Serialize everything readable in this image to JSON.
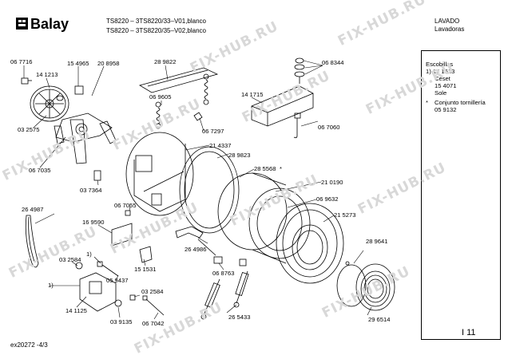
{
  "header": {
    "brand": "Balay",
    "model_line_1": "TS8220 – 3TS8220/33–V01,blanco",
    "model_line_2": "TS8220 – 3TS8220/35–V02,blanco",
    "category": "LAVADO",
    "subcategory": "Lavadoras"
  },
  "watermark": "FIX-HUB.RU",
  "legend": {
    "line_1": "Escobillas",
    "line_2": "1)  15 1613",
    "line_3": "Ceset",
    "line_4": "15 4071",
    "line_5": "Sole",
    "line_6": "*",
    "line_7": "Conjunto tornillería",
    "line_8": "05 9132"
  },
  "parts": {
    "p067716": "06 7716",
    "p141213": "14 1213",
    "p154965": "15 4965",
    "p208958": "20 8958",
    "p289822": "28 9822",
    "p068344": "06 8344",
    "p069605": "06 9605",
    "p141715": "14 1715",
    "p032575": "03 2575",
    "p067297": "06 7297",
    "p067060": "06 7060",
    "p214337": "21 4337",
    "p289823": "28 9823",
    "p285568": "28 5568",
    "p210190": "21 0190",
    "p067035": "06 7035",
    "p037364": "03 7364",
    "p067055": "06 7055",
    "p069632": "06 9632",
    "p264987": "26 4987",
    "p215273": "21 5273",
    "p169590": "16 9590",
    "p289641": "28 9641",
    "p264986": "26 4986",
    "p032584a": "03 2584",
    "p151531": "15 1531",
    "p068763": "06 8763",
    "p059437": "05 9437",
    "p032584b": "03 2584",
    "p141125": "14 1125",
    "p265433": "26 5433",
    "p039135": "03 9135",
    "p067042": "06 7042",
    "p296514": "29 6514",
    "mark_1a": "1)",
    "mark_1b": "1)",
    "star": "*"
  },
  "footer": {
    "doc_code": "ex20272 -4/3",
    "page_marker": "I 11"
  }
}
